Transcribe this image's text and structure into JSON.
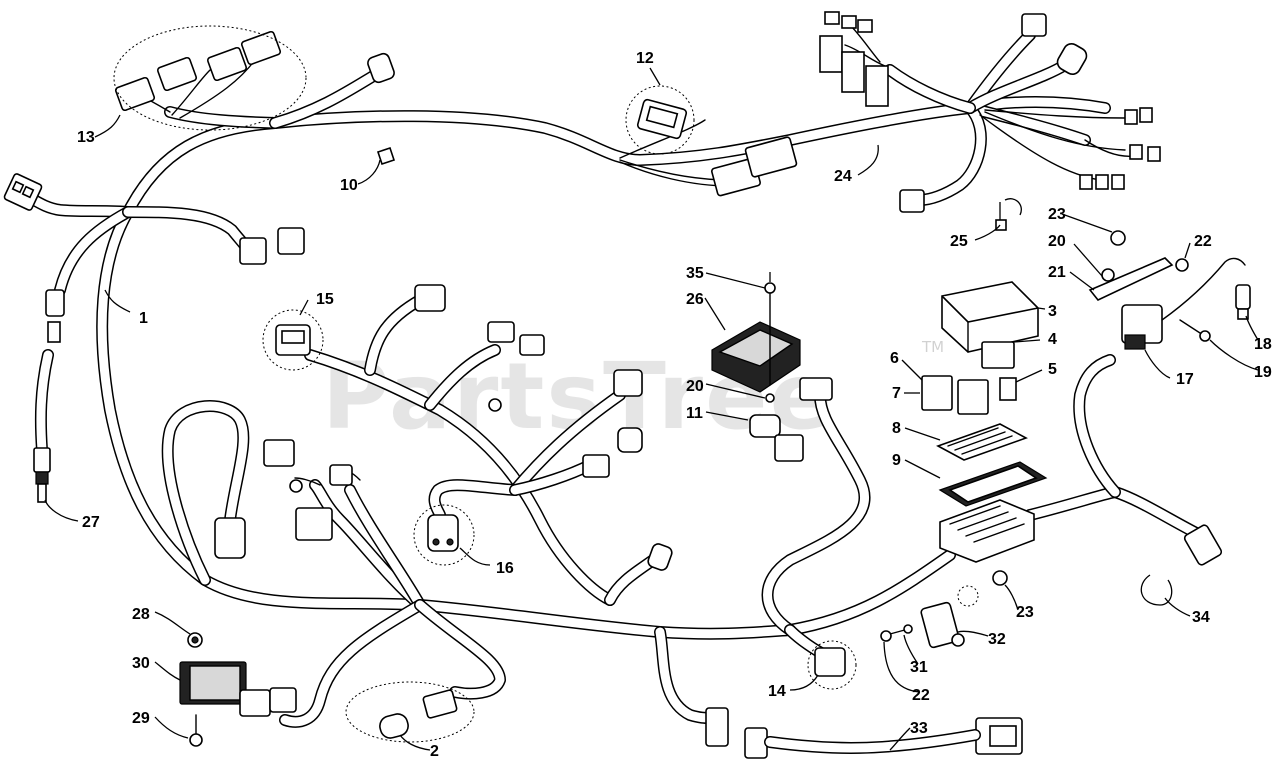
{
  "watermark": {
    "text": "PartsTree",
    "trademark": "TM"
  },
  "labels": {
    "l1": "1",
    "l2": "2",
    "l3": "3",
    "l4": "4",
    "l5": "5",
    "l6": "6",
    "l7": "7",
    "l8": "8",
    "l9": "9",
    "l10": "10",
    "l11": "11",
    "l12": "12",
    "l13": "13",
    "l14": "14",
    "l15": "15",
    "l16": "16",
    "l17": "17",
    "l18": "18",
    "l19": "19",
    "l20a": "20",
    "l20b": "20",
    "l21": "21",
    "l22a": "22",
    "l22b": "22",
    "l23a": "23",
    "l23b": "23",
    "l24": "24",
    "l25": "25",
    "l26": "26",
    "l27": "27",
    "l28": "28",
    "l29": "29",
    "l30": "30",
    "l31": "31",
    "l32": "32",
    "l33": "33",
    "l34": "34",
    "l35": "35"
  }
}
